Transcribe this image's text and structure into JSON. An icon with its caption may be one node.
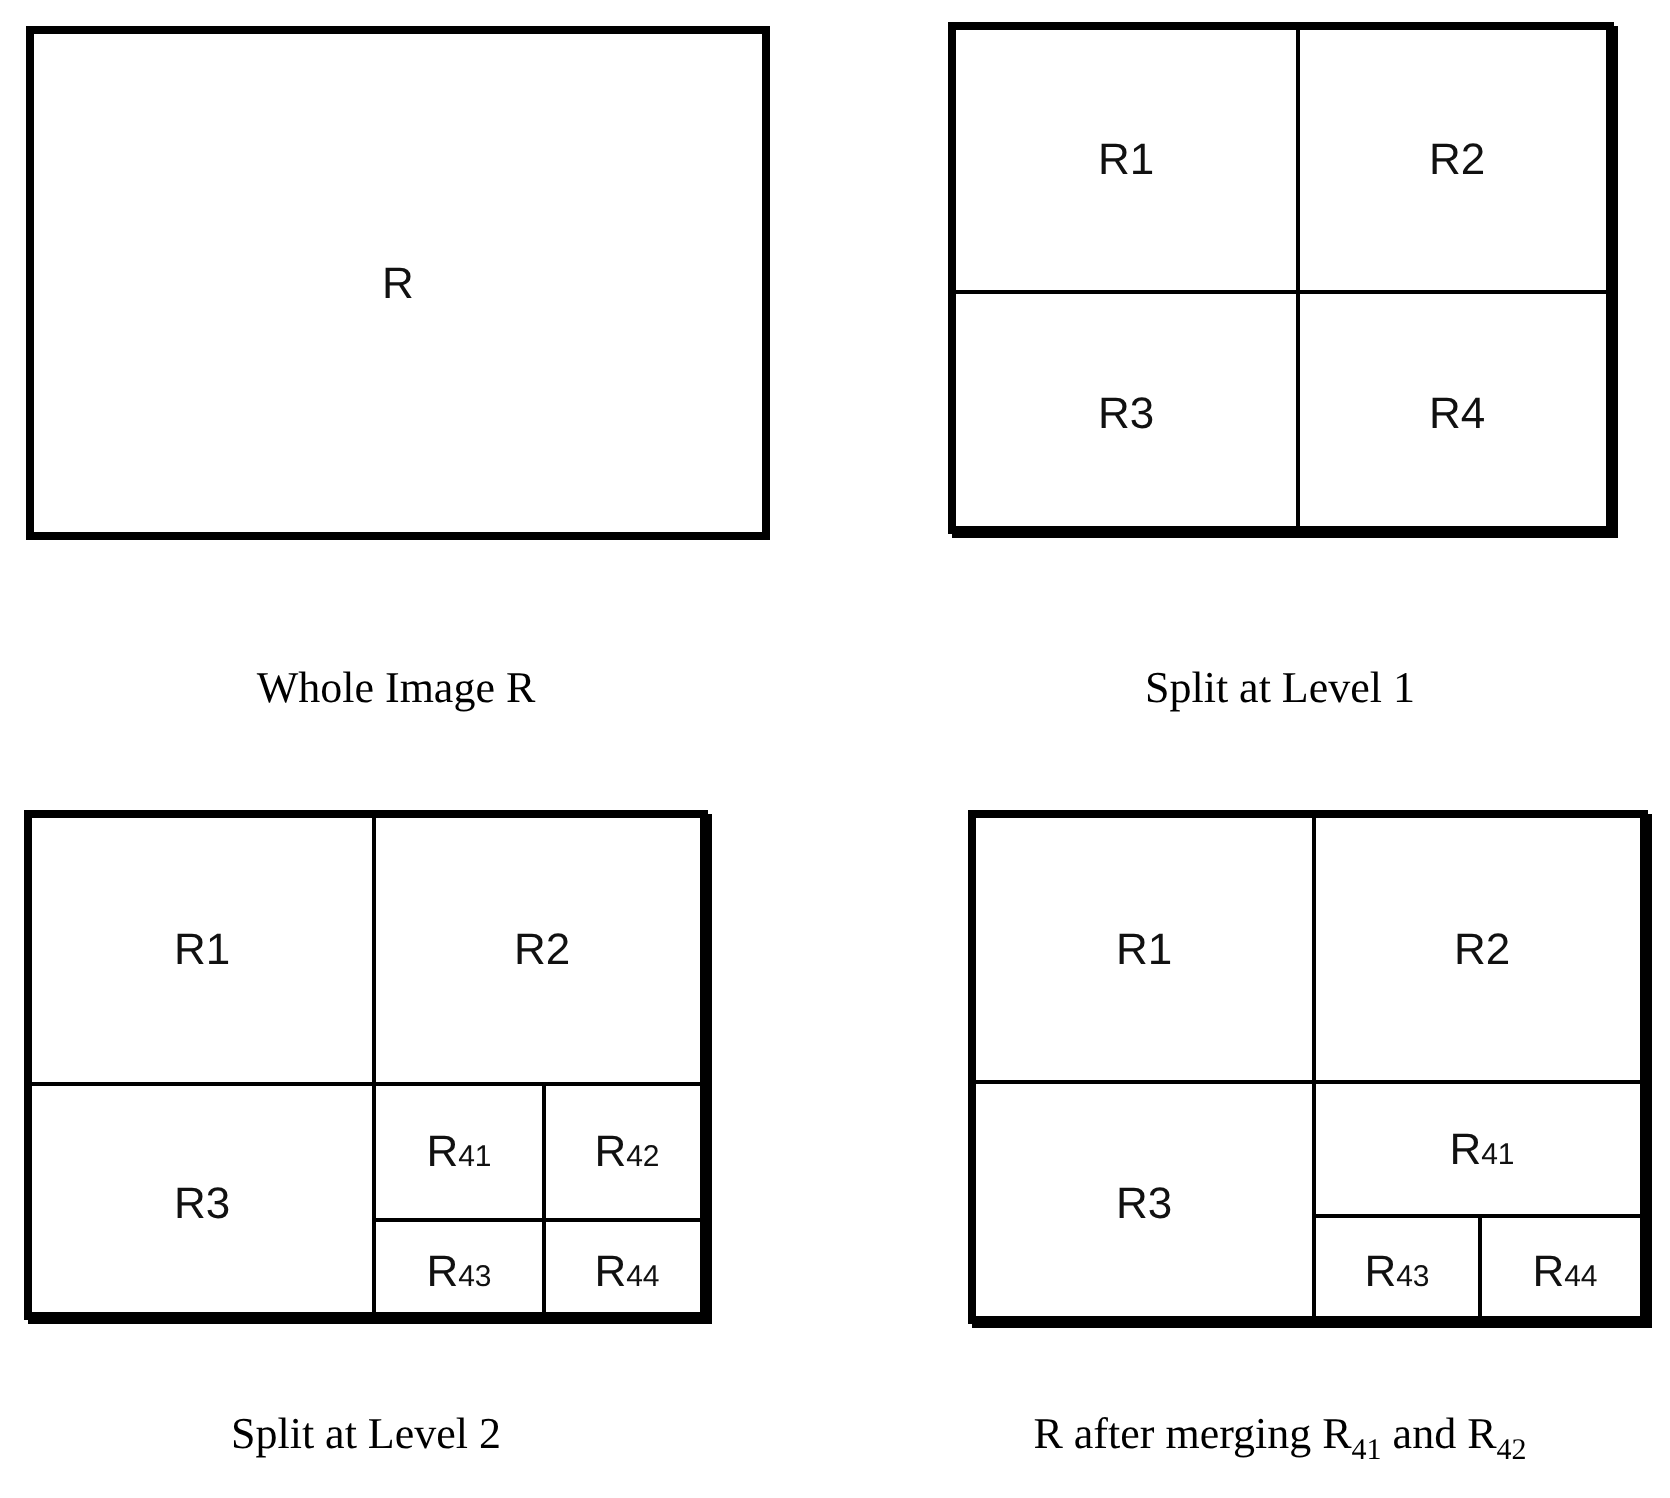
{
  "diagram": {
    "nodes": [
      {
        "text": [
          "R"
        ],
        "beside": [
          "Whole Image R"
        ]
      },
      {
        "text": [],
        "shape": "box",
        "beside": [
          "Split at Level 1"
        ]
      },
      {
        "text": [
          "R1"
        ],
        "in": 1
      },
      {
        "text": [
          "R2"
        ],
        "in": 1
      },
      {
        "text": [
          "R3"
        ],
        "in": 1
      },
      {
        "text": [
          "R4"
        ],
        "in": 1
      },
      {
        "text": [],
        "shape": "box",
        "beside": [
          "Split at Level 2"
        ]
      },
      {
        "text": [
          "R1"
        ],
        "in": 6
      },
      {
        "text": [
          "R2"
        ],
        "in": 6
      },
      {
        "text": [
          "R3"
        ],
        "in": 6
      },
      {
        "text": [
          "R$_{41}$"
        ],
        "in": 6
      },
      {
        "text": [
          "R$_{42}$"
        ],
        "in": 6
      },
      {
        "text": [
          "R$_{43}$"
        ],
        "in": 6
      },
      {
        "text": [
          "R$_{44}$"
        ],
        "in": 6
      },
      {
        "text": [],
        "shape": "box",
        "beside": [
          "R after merging R$_{41}$ and R$_{42}$"
        ]
      },
      {
        "text": [
          "R1"
        ],
        "in": 14
      },
      {
        "text": [
          "R2"
        ],
        "in": 14
      },
      {
        "text": [
          "R3"
        ],
        "in": 14
      },
      {
        "text": [
          "R$_{41}$"
        ],
        "in": 14
      },
      {
        "text": [
          "R$_{43}$"
        ],
        "in": 14
      },
      {
        "text": [
          "R$_{44}$"
        ],
        "in": 14
      }
    ],
    "edges": []
  }
}
